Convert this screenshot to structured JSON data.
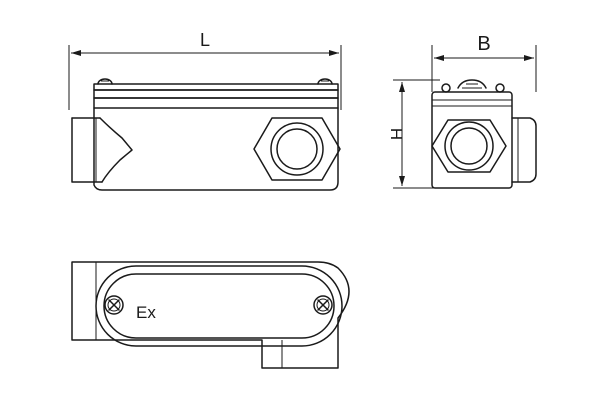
{
  "labels": {
    "length": "L",
    "width": "B",
    "height": "H",
    "marking": "Ex"
  }
}
